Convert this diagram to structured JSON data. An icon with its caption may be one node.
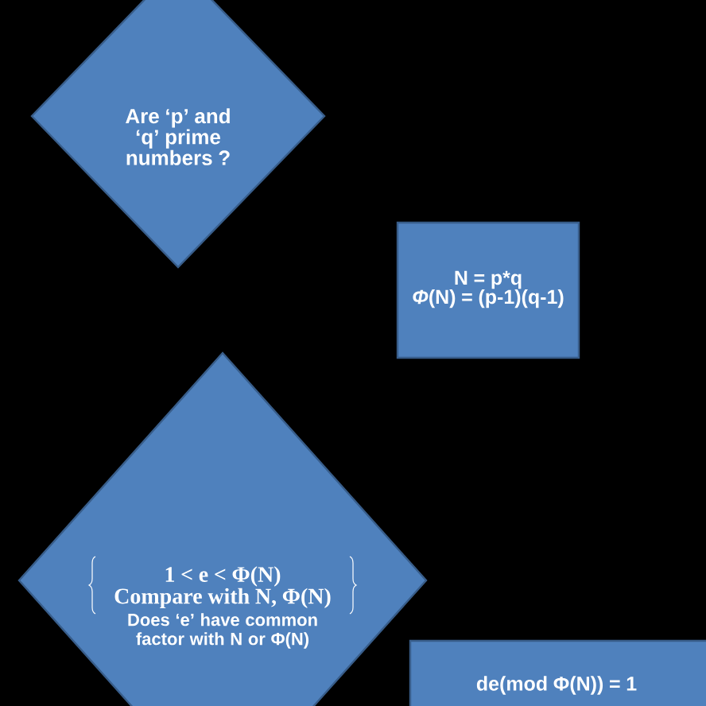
{
  "diagram": {
    "nodes": [
      {
        "text": [
          "Are ‘p’ and ‘q’ prime numbers ?"
        ]
      },
      {
        "text": [
          "N = p*q",
          "*Φ*(N) = (p-1)(q-1)"
        ]
      },
      {
        "text": [
          "1 < e < Φ(N)",
          "Compare with N, Φ(N)",
          "Does ‘e’ have common factor with N or Φ(N)"
        ]
      },
      {
        "text": [
          "de(mod Φ(N)) = 1"
        ]
      }
    ]
  }
}
